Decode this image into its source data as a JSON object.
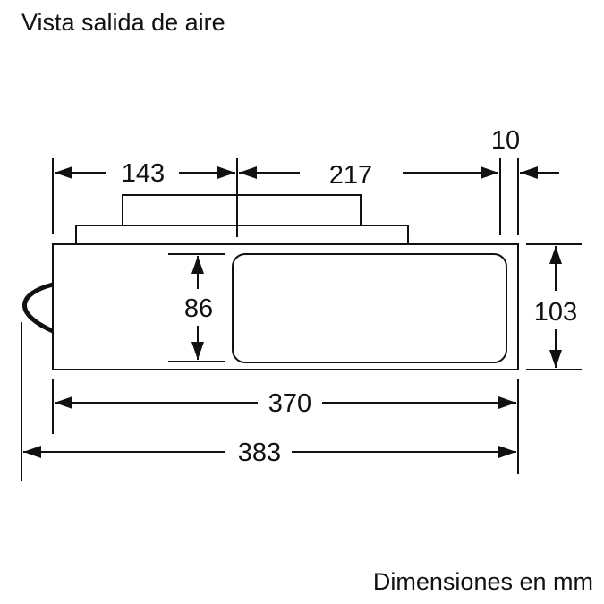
{
  "title": "Vista salida de aire",
  "footer": "Dimensiones en mm",
  "dimensions": {
    "top_left_width": "143",
    "top_right_width": "217",
    "right_gap": "10",
    "inner_opening_height": "86",
    "total_height": "103",
    "body_width": "370",
    "overall_width": "383"
  },
  "colors": {
    "line": "#111111",
    "background": "#ffffff"
  }
}
